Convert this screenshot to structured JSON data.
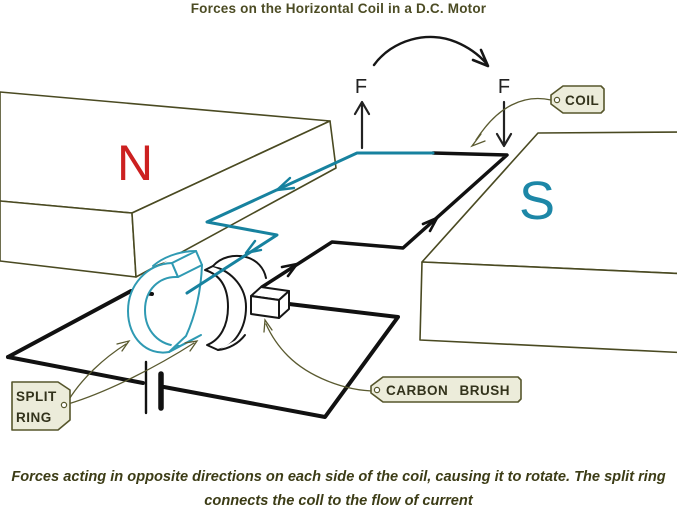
{
  "title": "Forces on the Horizontal Coil in a D.C. Motor",
  "caption": {
    "line1": "Forces acting in opposite directions on each side of the coil, causing it to rotate. The split ring",
    "line2": "connects the coll to the flow of current"
  },
  "magnets": {
    "north": "N",
    "south": "S"
  },
  "forces": {
    "left": "F",
    "right": "F"
  },
  "labels": {
    "coil": "COIL",
    "split_ring": {
      "line1": "SPLIT",
      "line2": "RING"
    },
    "carbon_brush": "CARBON BRUSH"
  },
  "colors": {
    "north_letter": "#cc2020",
    "south_letter": "#1d87a7",
    "coil_wire_teal": "#17829f",
    "coil_wire_black": "#111111",
    "sketch_line": "#4a4a22",
    "tag_fill": "#ececda",
    "tag_border": "#56562c",
    "title_text": "#4c4c24"
  }
}
